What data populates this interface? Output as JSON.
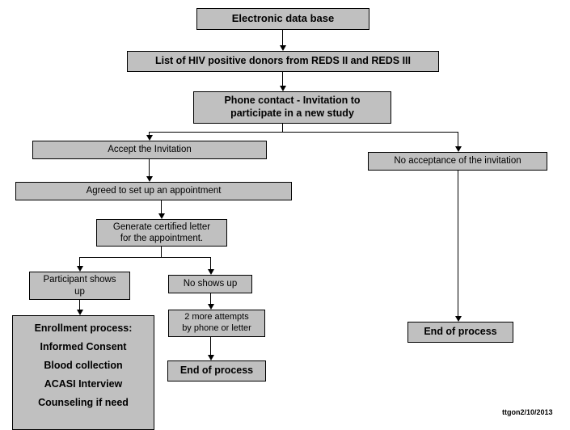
{
  "diagram": {
    "title_node": "Electronic data base",
    "nodes": [
      {
        "id": "db",
        "label": "Electronic data base"
      },
      {
        "id": "list",
        "label": "List of HIV positive donors from REDS II and REDS III"
      },
      {
        "id": "phone",
        "label": "Phone contact - Invitation to\nparticipate in a new study"
      },
      {
        "id": "accept",
        "label": "Accept the Invitation"
      },
      {
        "id": "noaccept",
        "label": "No acceptance of the invitation"
      },
      {
        "id": "agreed",
        "label": "Agreed to set up an appointment"
      },
      {
        "id": "letter",
        "label": "Generate certified letter\nfor the appointment."
      },
      {
        "id": "shows",
        "label": "Participant shows\nup"
      },
      {
        "id": "noshows",
        "label": "No shows up"
      },
      {
        "id": "attempts",
        "label": "2 more attempts\nby phone  or letter"
      },
      {
        "id": "end1",
        "label": "End of process"
      },
      {
        "id": "end2",
        "label": "End of process"
      }
    ],
    "enrollment": {
      "heading": "Enrollment process:",
      "items": [
        "Informed Consent",
        "Blood collection",
        "ACASI  Interview",
        "Counseling if need"
      ]
    },
    "footer_note": "ttgon2/10/2013",
    "colors": {
      "node_fill": "#c0c0c0",
      "node_border": "#000000",
      "background": "#ffffff"
    }
  }
}
